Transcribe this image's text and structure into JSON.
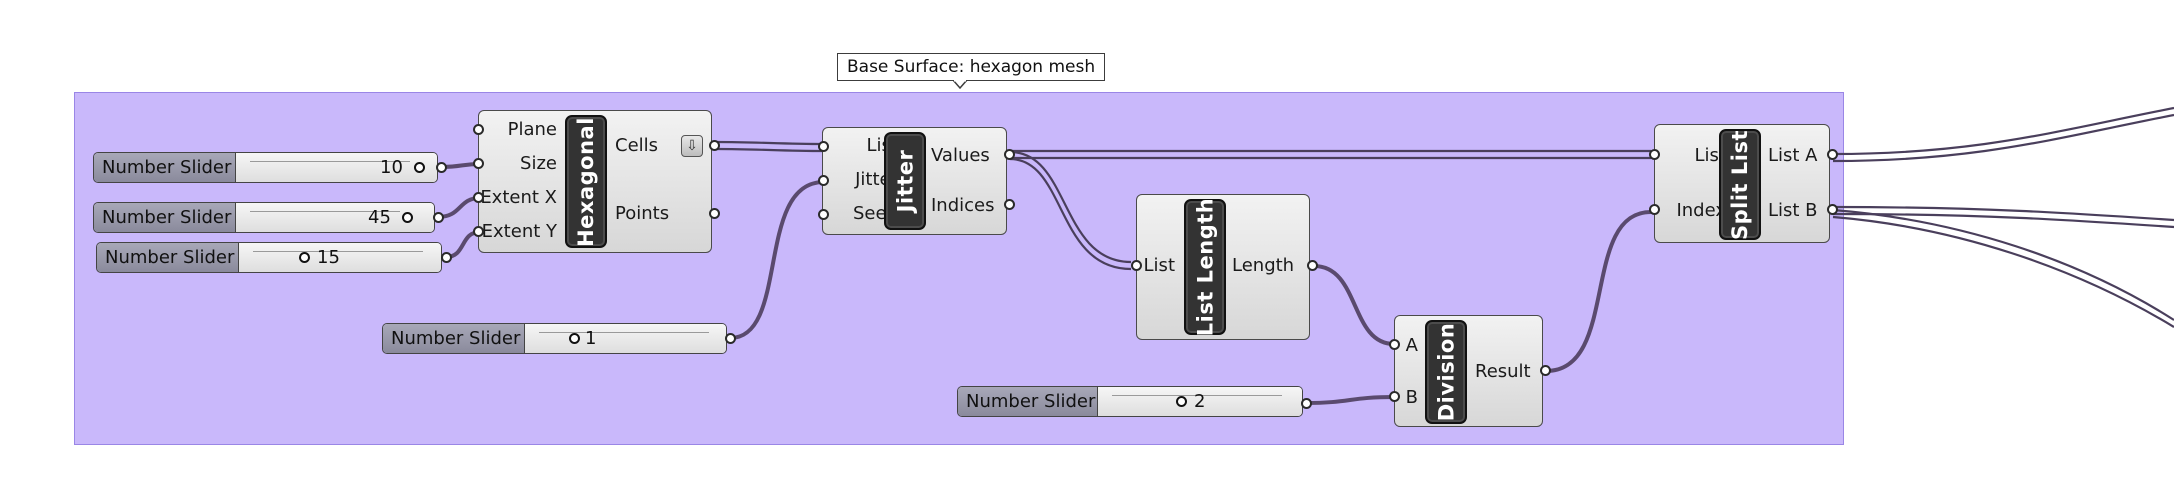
{
  "group": {
    "fill": "#c9b8fb",
    "border": "#9a86e6"
  },
  "tooltip": {
    "text": "Base Surface: hexagon mesh"
  },
  "wire_color": "#5a4a6e",
  "sliders": [
    {
      "id": "s1",
      "label": "Number Slider",
      "value": "10"
    },
    {
      "id": "s2",
      "label": "Number Slider",
      "value": "45"
    },
    {
      "id": "s3",
      "label": "Number Slider",
      "value": "15"
    },
    {
      "id": "s4",
      "label": "Number Slider",
      "value": "1"
    },
    {
      "id": "s5",
      "label": "Number Slider",
      "value": "2"
    }
  ],
  "components": {
    "hexagonal": {
      "nickname": "Hexagonal",
      "inputs": [
        "Plane",
        "Size",
        "Extent X",
        "Extent Y"
      ],
      "outputs": [
        "Cells",
        "Points"
      ],
      "icon": "expand-arrow-icon"
    },
    "jitter": {
      "nickname": "Jitter",
      "inputs": [
        "List",
        "Jitter",
        "Seed"
      ],
      "outputs": [
        "Values",
        "Indices"
      ]
    },
    "list_length": {
      "nickname": "List Length",
      "inputs": [
        "List"
      ],
      "outputs": [
        "Length"
      ]
    },
    "division": {
      "nickname": "Division",
      "inputs": [
        "A",
        "B"
      ],
      "outputs": [
        "Result"
      ]
    },
    "split_list": {
      "nickname": "Split List",
      "inputs": [
        "List",
        "Index"
      ],
      "outputs": [
        "List A",
        "List B"
      ]
    }
  }
}
